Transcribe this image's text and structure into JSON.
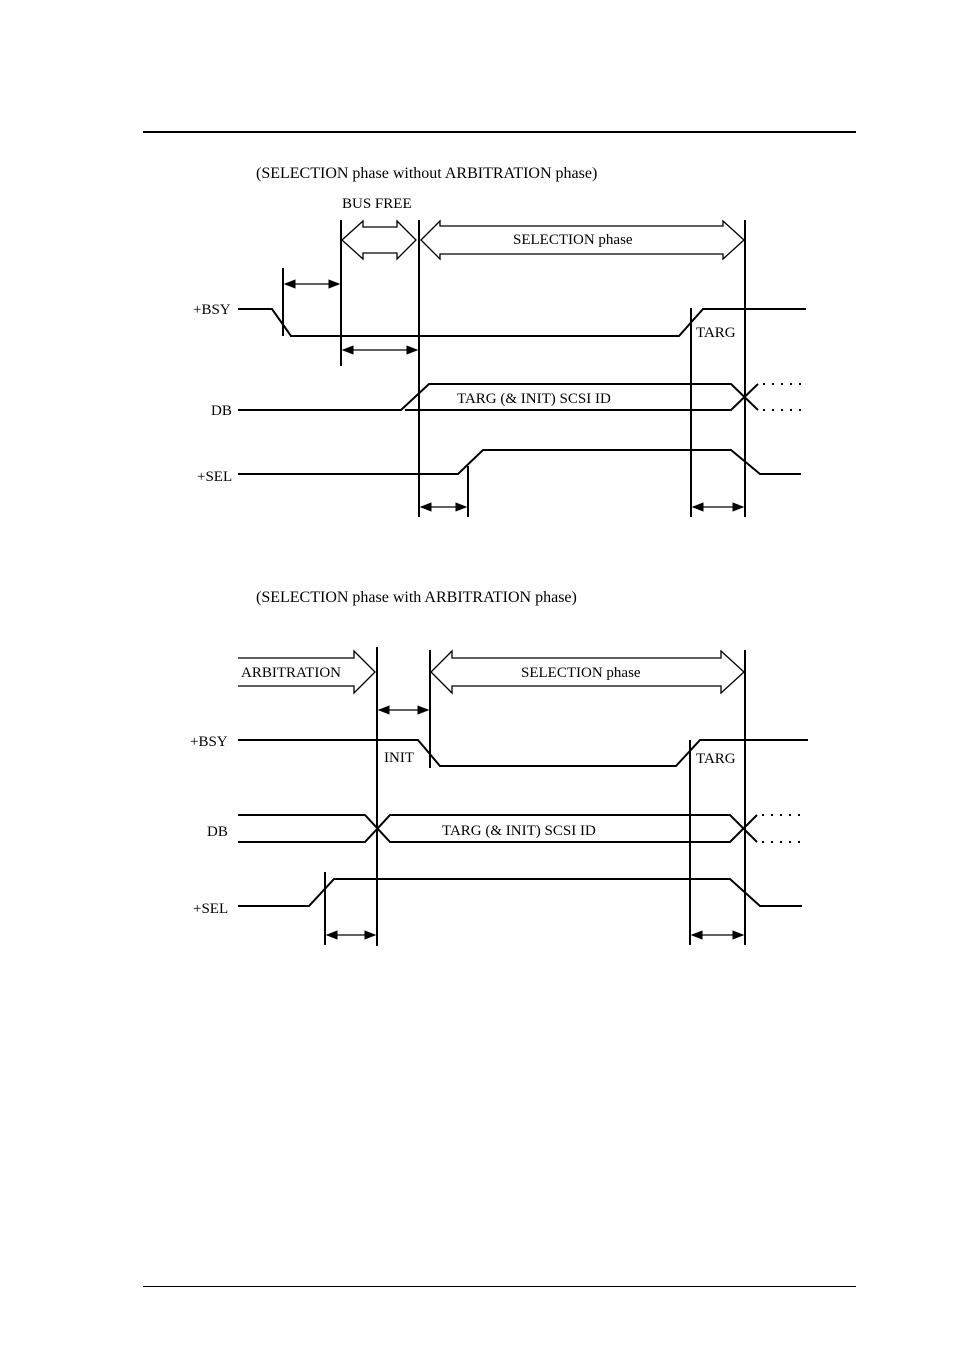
{
  "diagrams": [
    {
      "caption": "(SELECTION phase without ARBITRATION phase)",
      "labels": {
        "bus_free": "BUS FREE",
        "selection_phase": "SELECTION phase",
        "bsy": "+BSY",
        "db": "DB",
        "sel": "+SEL",
        "targ": "TARG",
        "db_value": "TARG (& INIT) SCSI ID"
      }
    },
    {
      "caption": "(SELECTION phase with ARBITRATION phase)",
      "labels": {
        "arbitration": "ARBITRATION",
        "selection_phase": "SELECTION phase",
        "bsy": "+BSY",
        "db": "DB",
        "sel": "+SEL",
        "init": "INIT",
        "targ": "TARG",
        "db_value": "TARG (& INIT) SCSI ID"
      }
    }
  ]
}
